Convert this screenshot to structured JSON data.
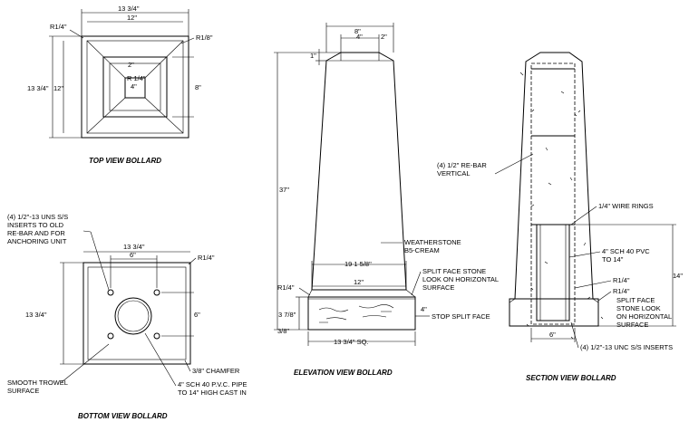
{
  "top_view": {
    "title": "TOP VIEW BOLLARD",
    "dim_overall": "13 3/4\"",
    "dim_inner": "12\"",
    "dim_overall_left": "13 3/4\"",
    "dim_inner_left": "12\"",
    "corner_outer": "R1/4\"",
    "corner_inner": "R1/8\"",
    "dim_center_2": "2\"",
    "dim_center_r": "R 1/4\"",
    "dim_center_4": "4\"",
    "dim_right_8": "8\""
  },
  "bottom_view": {
    "title": "BOTTOM VIEW BOLLARD",
    "inserts_note": [
      "(4) 1/2\"-13 UNS S/S",
      "INSERTS TO OLD",
      "RE-BAR AND FOR",
      "ANCHORING UNIT"
    ],
    "dim_top": "13 3/4\"",
    "dim_holes": "6\"",
    "corner": "R1/4\"",
    "dim_left": "13 3/4\"",
    "dim_right": "6\"",
    "chamfer": "3/8\" CHAMFER",
    "finish_note": [
      "SMOOTH TROWEL",
      "SURFACE"
    ],
    "pipe_note": [
      "4\" SCH 40 P.V.C. PIPE",
      "TO 14\" HIGH CAST IN"
    ]
  },
  "elevation_view": {
    "title": "ELEVATION VIEW BOLLARD",
    "dim_top_8": "8\"",
    "dim_top_4": "4\"",
    "dim_top_2": "2\"",
    "dim_top_1": "1\"",
    "dim_height": "37\"",
    "material": [
      "WEATHERSTONE",
      "B5-CREAM"
    ],
    "dim_base_width": "19 1 5/8\"",
    "split_note": [
      "SPLIT FACE STONE",
      "LOOK ON HORIZONTAL",
      "SURFACE"
    ],
    "corner": "R1/4\"",
    "dim_12": "12\"",
    "dim_base_height": "3 7/8\"",
    "dim_stop": "4\"",
    "stop_note": "STOP SPLIT FACE",
    "dim_base_bottom": "3/8\"",
    "dim_sq": "13 3/4\" SQ."
  },
  "section_view": {
    "title": "SECTION VIEW BOLLARD",
    "rebar_note": [
      "(4) 1/2\" RE-BAR",
      "VERTICAL"
    ],
    "rings_note": "1/4\" WIRE RINGS",
    "pvc_note": [
      "4\" SCH 40 PVC",
      "TO 14\""
    ],
    "dim_14": "14\"",
    "corner_1": "R1/4\"",
    "corner_2": "R1/4\"",
    "split_note": [
      "SPLIT FACE",
      "STONE LOOK",
      "ON HORIZONTAL",
      "SURFACE"
    ],
    "dim_6": "6\"",
    "inserts_note": "(4) 1/2\"-13 UNC S/S INSERTS"
  }
}
